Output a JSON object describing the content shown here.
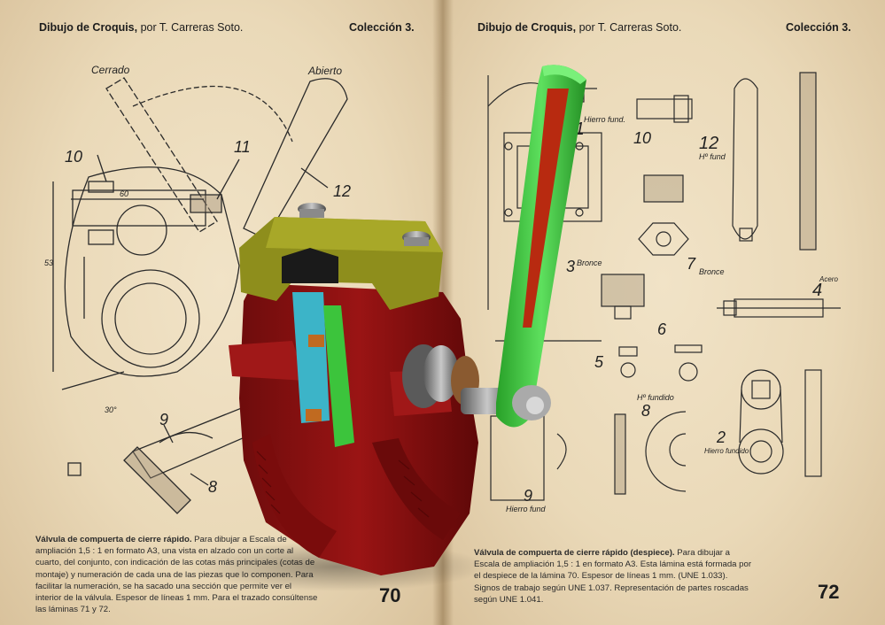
{
  "left_page": {
    "header": {
      "title": "Dibujo de Croquis,",
      "author": " por T. Carreras Soto.",
      "collection": "Colección 3."
    },
    "drawing_labels": {
      "closed": "Cerrado",
      "open": "Abierto",
      "n10": "10",
      "n11": "11",
      "n12": "12",
      "n9": "9",
      "n8": "8",
      "dim60": "60",
      "dim53": "53",
      "dim30": "30°"
    },
    "caption": {
      "title": "Válvula de compuerta de cierre rápido.",
      "body": " Para dibujar a Escala de ampliación 1,5 : 1 en formato A3, una vista en alzado con un corte al cuarto, del conjunto, con indicación de las cotas más principales (cotas de montaje) y numeración de cada una de las piezas que lo componen. Para facilitar la numeración, se ha sacado una sección que permite ver el interior de la válvula. Espesor de líneas 1 mm. Para el trazado consúltense las láminas 71 y 72."
    },
    "page_number": "70"
  },
  "right_page": {
    "header": {
      "title": "Dibujo de Croquis,",
      "author": " por T. Carreras Soto.",
      "collection": "Colección 3."
    },
    "drawing_labels": {
      "p11": "11",
      "p11_note": "Hierro fund.",
      "p10": "10",
      "p12": "12",
      "p12_note": "Hº fund",
      "p3": "3",
      "p3_note": "Bronce",
      "p7": "7",
      "p7_note": "Bronce",
      "p4": "4",
      "p4_note": "Acero",
      "p6": "6",
      "p5": "5",
      "p8": "8",
      "p8_note": "Hº fundido",
      "p2": "2",
      "p2_note": "Hierro fundido",
      "p9": "9",
      "p9_note": "Hierro fund"
    },
    "caption": {
      "title": "Válvula de compuerta de cierre rápido (despiece).",
      "body": " Para dibujar a Escala de ampliación 1,5 : 1 en formato A3. Esta lámina está formada por el despiece de la lámina 70. Espesor de líneas 1 mm. (UNE 1.033). Signos de trabajo según UNE 1.037. Representación de partes roscadas según UNE 1.041."
    },
    "page_number": "72"
  },
  "colors": {
    "body_red": "#8c1010",
    "bonnet_olive": "#8e8e1c",
    "handle_green": "#3cc43c",
    "stem_cyan": "#3cb4c8",
    "paper": "#ecdcbc",
    "ink": "#1c1c1c"
  }
}
